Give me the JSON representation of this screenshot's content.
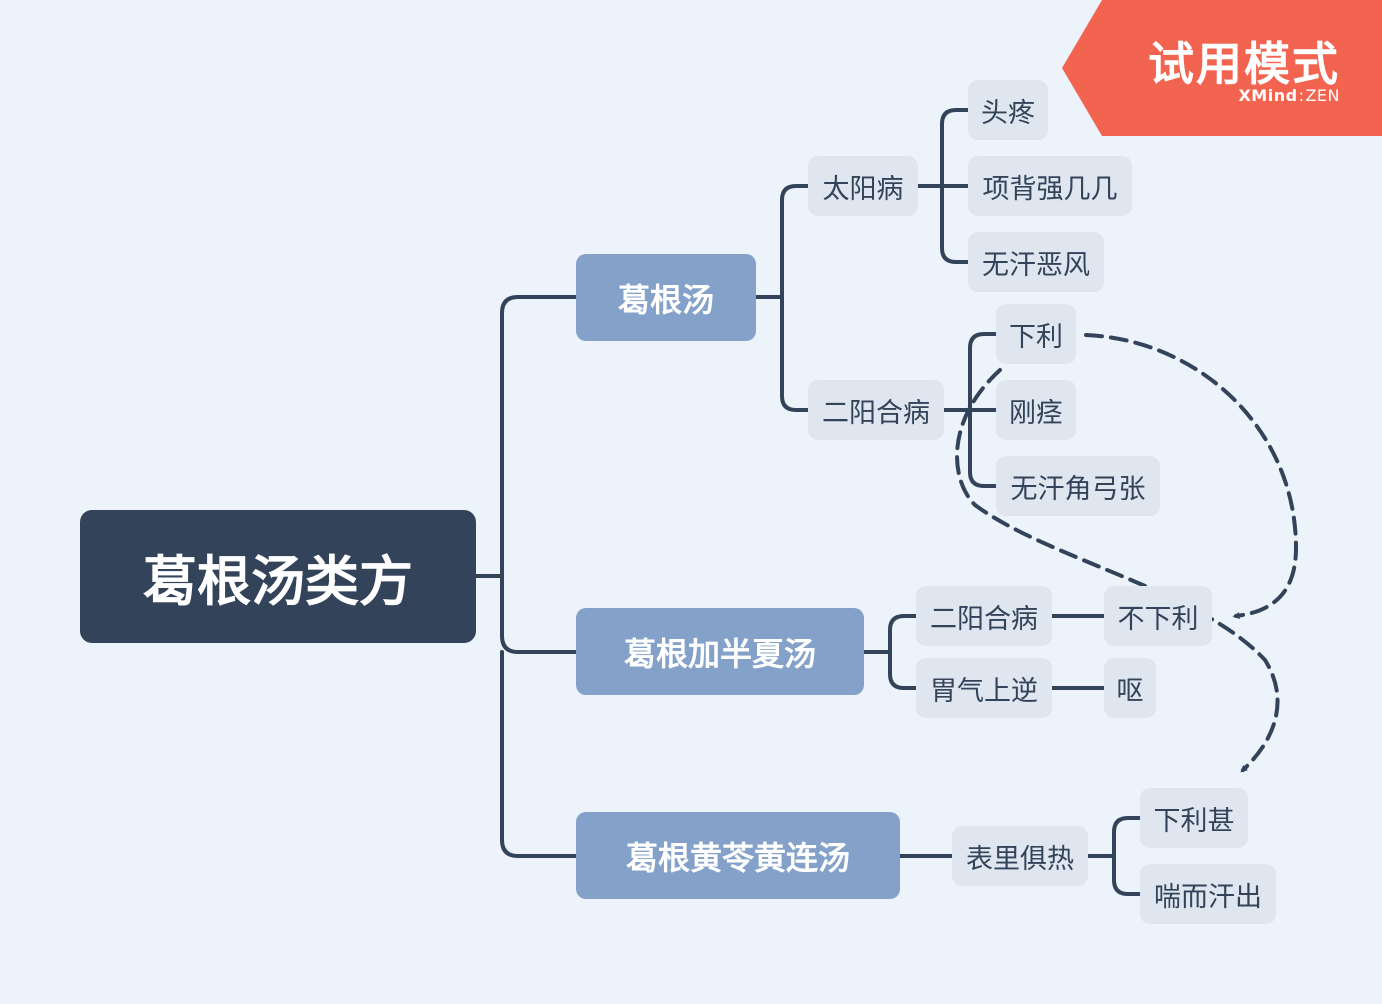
{
  "mindmap": {
    "root": "葛根汤类方",
    "branches": [
      {
        "label": "葛根汤",
        "children": [
          {
            "label": "太阳病",
            "children": [
              "头疼",
              "项背强几几",
              "无汗恶风"
            ]
          },
          {
            "label": "二阳合病",
            "children": [
              "下利",
              "刚痉",
              "无汗角弓张"
            ]
          }
        ]
      },
      {
        "label": "葛根加半夏汤",
        "children": [
          {
            "label": "二阳合病",
            "children": [
              "不下利"
            ]
          },
          {
            "label": "胃气上逆",
            "children": [
              "呕"
            ]
          }
        ]
      },
      {
        "label": "葛根黄苓黄连汤",
        "children": [
          {
            "label": "表里俱热",
            "children": [
              "下利甚",
              "喘而汗出"
            ]
          }
        ]
      }
    ]
  },
  "watermark": {
    "title": "试用模式",
    "brand": "XMind",
    "separator": ":",
    "edition": "ZEN"
  },
  "colors": {
    "background": "#ecf3fa",
    "connector": "#33445a",
    "root_fill": "#33445a",
    "main_fill": "#84a2c9",
    "sub_fill": "#dfe6ef",
    "banner": "#f26450"
  }
}
